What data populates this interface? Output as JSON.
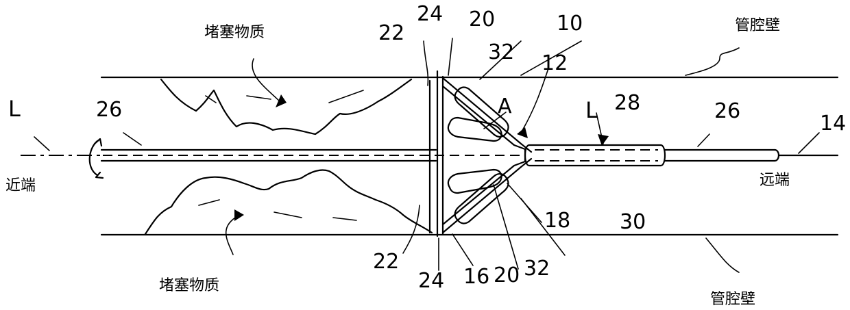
{
  "labels": {
    "occlusion_top": "堵塞物质",
    "occlusion_bottom": "堵塞物质",
    "wall_top": "管腔壁",
    "wall_bottom": "管腔壁",
    "proximal": "近端",
    "distal": "远端",
    "axis_left": "L",
    "axis_right": "L",
    "area_a": "A"
  },
  "refs": {
    "n10": "10",
    "n12": "12",
    "n14": "14",
    "n16": "16",
    "n18": "18",
    "n20_top": "20",
    "n20_bottom": "20",
    "n22_top": "22",
    "n22_bottom": "22",
    "n24_top": "24",
    "n24_bottom": "24",
    "n26_left": "26",
    "n26_right": "26",
    "n28": "28",
    "n30": "30",
    "n32_top": "32",
    "n32_bottom": "32"
  }
}
